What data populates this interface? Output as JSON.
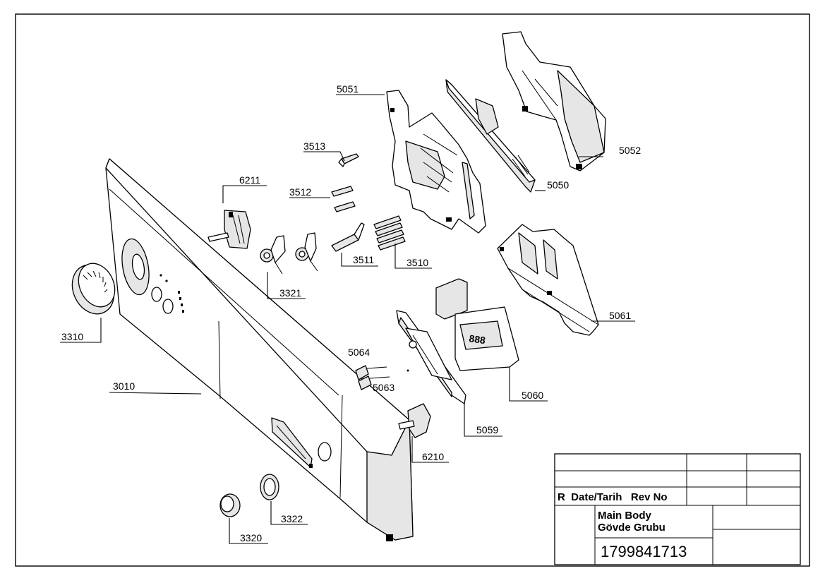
{
  "labels": [
    {
      "id": "5051",
      "text": "5051"
    },
    {
      "id": "5052",
      "text": "5052"
    },
    {
      "id": "3513",
      "text": "3513"
    },
    {
      "id": "5050",
      "text": "5050"
    },
    {
      "id": "6211",
      "text": "6211"
    },
    {
      "id": "3512",
      "text": "3512"
    },
    {
      "id": "3511",
      "text": "3511"
    },
    {
      "id": "3510",
      "text": "3510"
    },
    {
      "id": "3321",
      "text": "3321"
    },
    {
      "id": "5061",
      "text": "5061"
    },
    {
      "id": "3310",
      "text": "3310"
    },
    {
      "id": "5064",
      "text": "5064"
    },
    {
      "id": "5063",
      "text": "5063"
    },
    {
      "id": "3010",
      "text": "3010"
    },
    {
      "id": "5060",
      "text": "5060"
    },
    {
      "id": "5059",
      "text": "5059"
    },
    {
      "id": "6210",
      "text": "6210"
    },
    {
      "id": "3322",
      "text": "3322"
    },
    {
      "id": "3320",
      "text": "3320"
    }
  ],
  "title_block": {
    "revision_header": "R  Date/Tarih   Rev No",
    "title_line1": "Main Body",
    "title_line2": "Gövde Grubu",
    "drawing_number": "1799841713"
  },
  "display_digits": "888"
}
